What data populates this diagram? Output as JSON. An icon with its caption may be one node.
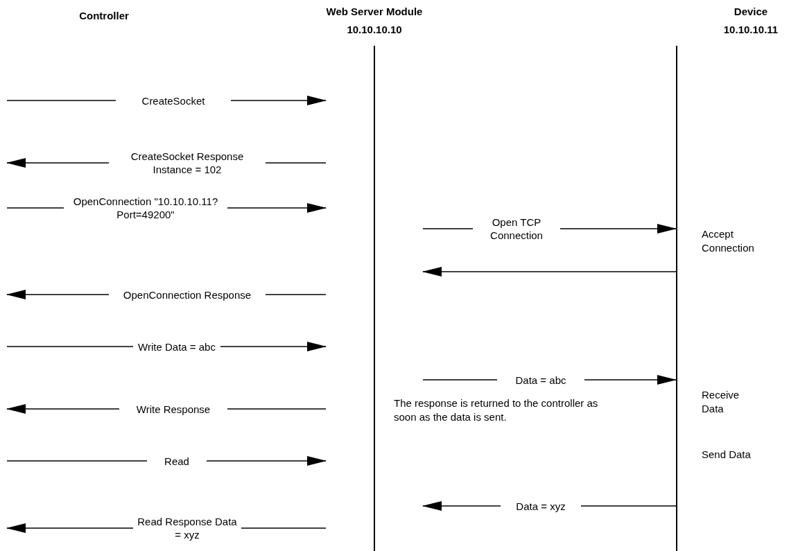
{
  "diagram": {
    "nodes": [
      {
        "text": [
          "Controller"
        ]
      },
      {
        "text": [
          "Web Server Module",
          "10.10.10.10"
        ]
      },
      {
        "text": [
          "Device",
          "10.10.10.11"
        ]
      }
    ],
    "edges": [
      {
        "from": null,
        "to": 1,
        "arrow": "to",
        "label": "CreateSocket"
      },
      {
        "from": 1,
        "to": null,
        "arrow": "to",
        "label": "CreateSocket Response Instance = 102"
      },
      {
        "from": null,
        "to": 1,
        "arrow": "to",
        "label": "OpenConnection \"10.10.10.11?Port=49200\""
      },
      {
        "from": 1,
        "to": 2,
        "arrow": "to",
        "label": "Open TCP Connection"
      },
      {
        "from": 2,
        "to": 1,
        "arrow": "to"
      },
      {
        "from": 1,
        "to": null,
        "arrow": "to",
        "label": "OpenConnection Response"
      },
      {
        "from": null,
        "to": 1,
        "arrow": "to",
        "label": "Write Data = abc"
      },
      {
        "from": 1,
        "to": 2,
        "arrow": "to",
        "label": "Data = abc"
      },
      {
        "from": 1,
        "to": null,
        "arrow": "to",
        "label": "Write Response"
      },
      {
        "from": null,
        "to": 1,
        "arrow": "to",
        "label": "Read"
      },
      {
        "from": 2,
        "to": 1,
        "arrow": "to",
        "label": "Data = xyz"
      },
      {
        "from": 1,
        "to": null,
        "arrow": "to",
        "label": "Read Response Data = xyz"
      }
    ],
    "labels": [
      "Accept Connection",
      "Receive Data",
      "Send Data",
      "The response is returned to the controller as soon as the data is sent."
    ]
  }
}
